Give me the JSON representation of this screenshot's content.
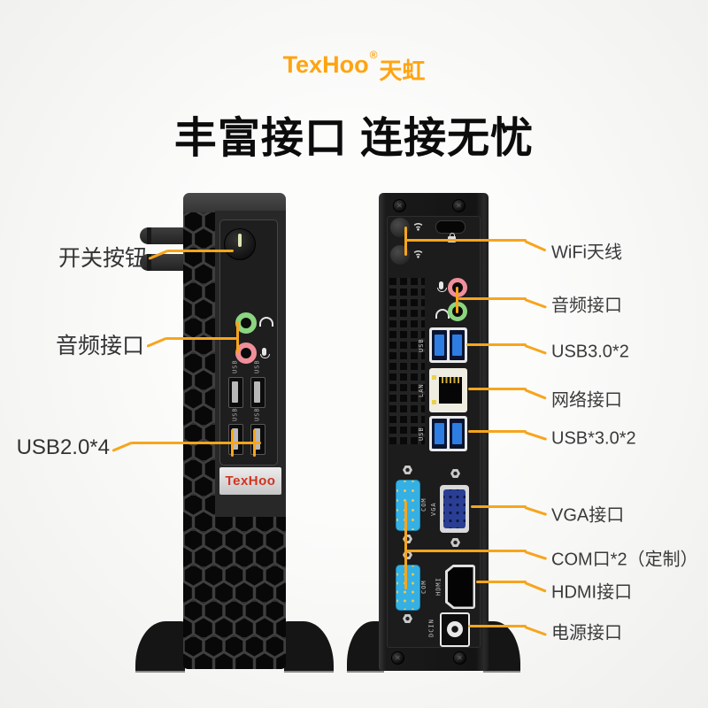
{
  "logo": {
    "text": "TexHoo",
    "reg": "®",
    "cn": "天虹"
  },
  "title": "丰富接口 连接无忧",
  "colors": {
    "accent_orange": "#F7A51D",
    "logo_orange": "#FFA40F",
    "badge_red": "#D0341F",
    "usb3_blue": "#2E7DE2",
    "com_cyan": "#35B0E4",
    "vga_navy": "#2A3F93",
    "audio_green": "#8BD480",
    "audio_pink": "#EF8F9A"
  },
  "callouts": {
    "left": [
      {
        "text": "开关按钮"
      },
      {
        "text": "音频接口"
      },
      {
        "text": "USB2.0*4"
      }
    ],
    "right": [
      {
        "text": "WiFi天线"
      },
      {
        "text": "音频接口"
      },
      {
        "text": "USB3.0*2"
      },
      {
        "text": "网络接口"
      },
      {
        "text": "USB*3.0*2"
      },
      {
        "text": "VGA接口"
      },
      {
        "text": "COM口*2（定制）"
      },
      {
        "text": "HDMI接口"
      },
      {
        "text": "电源接口"
      }
    ]
  },
  "front_device": {
    "badge": "TexHoo",
    "usb_port_label": "USB"
  },
  "back_device": {
    "port_labels": {
      "usb_top": "USB",
      "lan": "LAN",
      "usb_bottom": "USB",
      "com_top": "COM",
      "vga": "VGA",
      "com_bottom": "COM",
      "hdmi": "HDMI",
      "dcin": "DCIN"
    }
  },
  "icons": [
    "wifi-icon",
    "lock-icon",
    "headphone-icon",
    "mic-icon",
    "power-button"
  ]
}
